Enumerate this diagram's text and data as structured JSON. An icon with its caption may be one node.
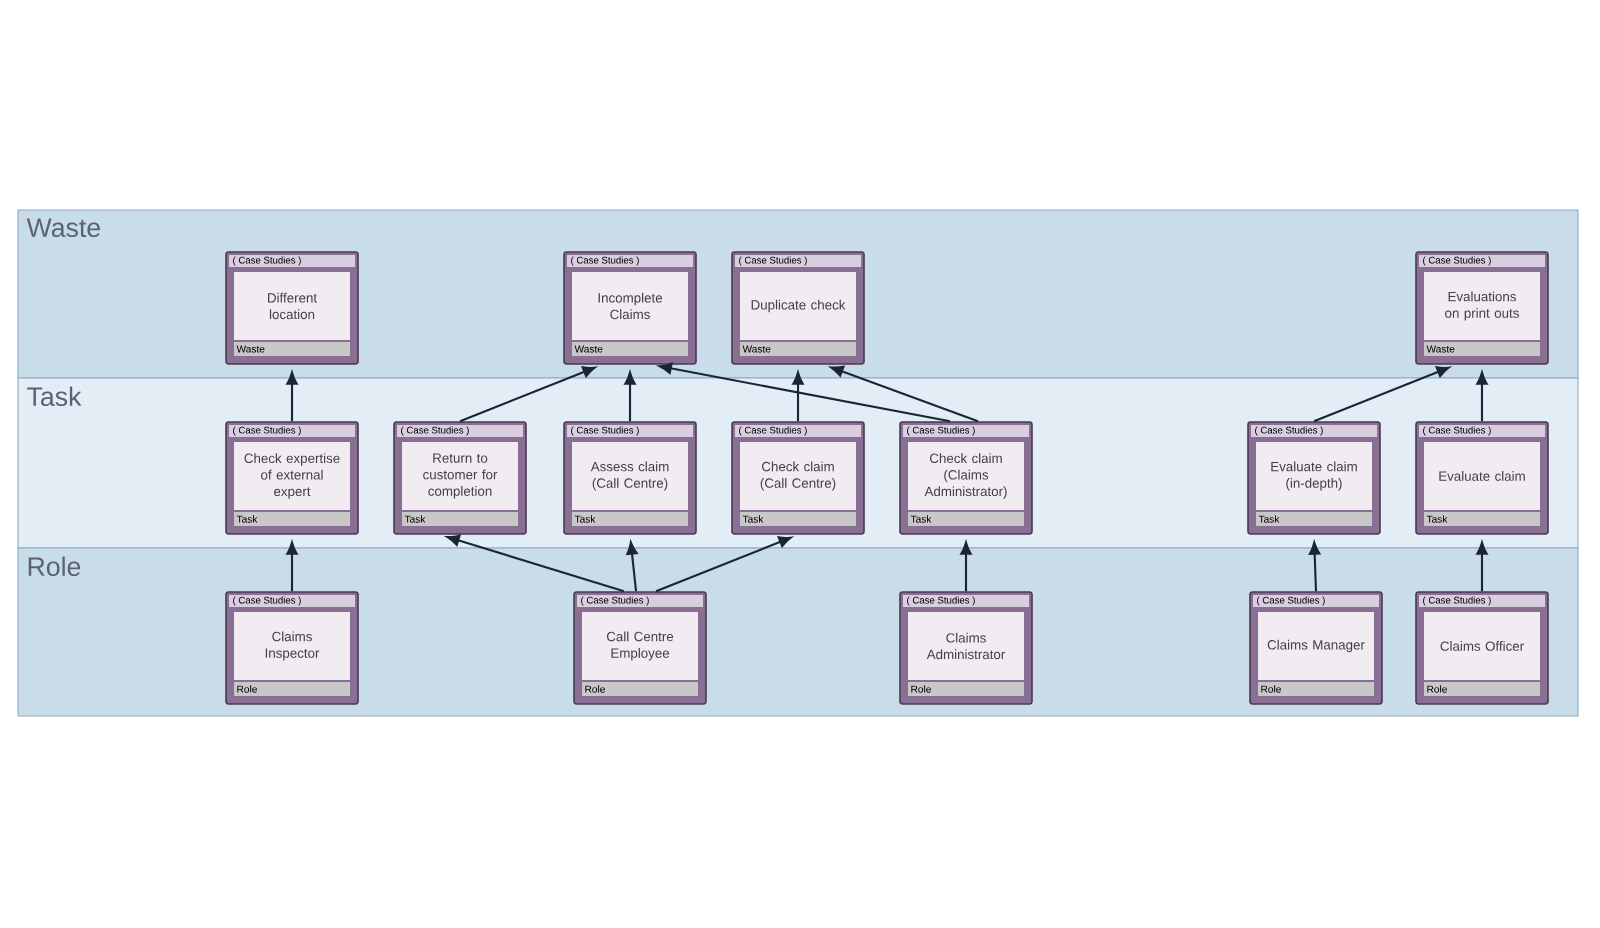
{
  "diagram": {
    "nodes": [
      {
        "text": [
          "Waste"
        ]
      },
      {
        "text": [
          "Task"
        ]
      },
      {
        "text": [
          "Role"
        ]
      },
      {
        "text": [
          "( Case Studies )",
          "Different location",
          "Waste"
        ],
        "in": 0
      },
      {
        "text": [
          "( Case Studies )",
          "Incomplete Claims",
          "Waste"
        ],
        "in": 0
      },
      {
        "text": [
          "( Case Studies )",
          "Duplicate check",
          "Waste"
        ],
        "in": 0
      },
      {
        "text": [
          "( Case Studies )",
          "Evaluations on print outs",
          "Waste"
        ],
        "in": 0
      },
      {
        "text": [
          "( Case Studies )",
          "Check expertise of external expert",
          "Task"
        ],
        "in": 1
      },
      {
        "text": [
          "( Case Studies )",
          "Return to customer for completion",
          "Task"
        ],
        "in": 1
      },
      {
        "text": [
          "( Case Studies )",
          "Assess claim (Call Centre)",
          "Task"
        ],
        "in": 1
      },
      {
        "text": [
          "( Case Studies )",
          "Check claim (Call Centre)",
          "Task"
        ],
        "in": 1
      },
      {
        "text": [
          "( Case Studies )",
          "Check claim (Claims Administrator)",
          "Task"
        ],
        "in": 1
      },
      {
        "text": [
          "( Case Studies )",
          "Evaluate claim (in-depth)",
          "Task"
        ],
        "in": 1
      },
      {
        "text": [
          "( Case Studies )",
          "Evaluate claim",
          "Task"
        ],
        "in": 1
      },
      {
        "text": [
          "( Case Studies )",
          "Claims Inspector",
          "Role"
        ],
        "in": 2
      },
      {
        "text": [
          "( Case Studies )",
          "Call Centre Employee",
          "Role"
        ],
        "in": 2
      },
      {
        "text": [
          "( Case Studies )",
          "Claims Administrator",
          "Role"
        ],
        "in": 2
      },
      {
        "text": [
          "( Case Studies )",
          "Claims Manager",
          "Role"
        ],
        "in": 2
      },
      {
        "text": [
          "( Case Studies )",
          "Claims Officer",
          "Role"
        ],
        "in": 2
      }
    ],
    "edges": [
      {
        "from": 14,
        "to": 7,
        "arrow": "to"
      },
      {
        "from": 7,
        "to": 3,
        "arrow": "to"
      },
      {
        "from": 15,
        "to": 8,
        "arrow": "to"
      },
      {
        "from": 15,
        "to": 9,
        "arrow": "to"
      },
      {
        "from": 15,
        "to": 10,
        "arrow": "to"
      },
      {
        "from": 8,
        "to": 4,
        "arrow": "to"
      },
      {
        "from": 9,
        "to": 4,
        "arrow": "to"
      },
      {
        "from": 11,
        "to": 4,
        "arrow": "to"
      },
      {
        "from": 10,
        "to": 5,
        "arrow": "to"
      },
      {
        "from": 11,
        "to": 5,
        "arrow": "to"
      },
      {
        "from": 16,
        "to": 11,
        "arrow": "to"
      },
      {
        "from": 17,
        "to": 12,
        "arrow": "to"
      },
      {
        "from": 12,
        "to": 6,
        "arrow": "to"
      },
      {
        "from": 18,
        "to": 13,
        "arrow": "to"
      },
      {
        "from": 13,
        "to": 6,
        "arrow": "to"
      }
    ]
  }
}
